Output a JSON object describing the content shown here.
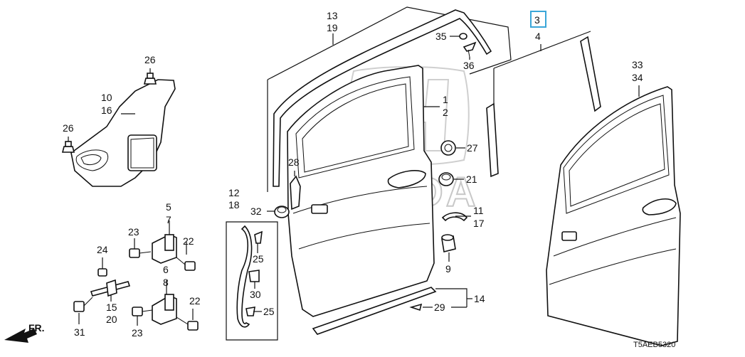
{
  "watermark": {
    "brand": "HONDA"
  },
  "diagram_code": "T5AEB5320",
  "front_arrow": "FR.",
  "highlighted_callout": "3",
  "callouts": {
    "c13": "13",
    "c19": "19",
    "c3": "3",
    "c4": "4",
    "c35": "35",
    "c36": "36",
    "c26a": "26",
    "c26b": "26",
    "c10": "10",
    "c16": "16",
    "c1": "1",
    "c2": "2",
    "c27": "27",
    "c28": "28",
    "c21": "21",
    "c33": "33",
    "c34": "34",
    "c12": "12",
    "c18": "18",
    "c32": "32",
    "c5": "5",
    "c7": "7",
    "c23a": "23",
    "c22a": "22",
    "c24": "24",
    "c11": "11",
    "c17": "17",
    "c25a": "25",
    "c9": "9",
    "c6": "6",
    "c8": "8",
    "c30": "30",
    "c15": "15",
    "c20": "20",
    "c22b": "22",
    "c14": "14",
    "c25b": "25",
    "c29": "29",
    "c31": "31",
    "c23b": "23"
  }
}
